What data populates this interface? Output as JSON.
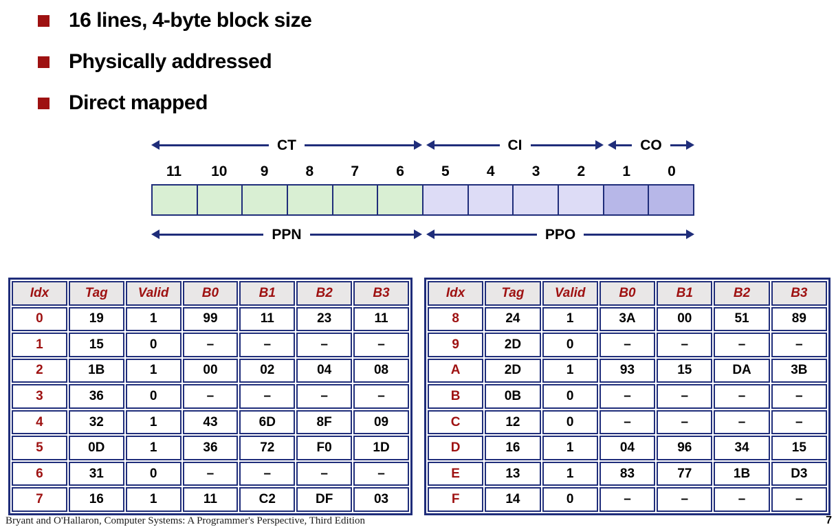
{
  "bullets": [
    "16 lines, 4-byte block size",
    "Physically addressed",
    "Direct mapped"
  ],
  "diagram": {
    "top_spans": [
      {
        "label": "CT",
        "bits": "11-6"
      },
      {
        "label": "CI",
        "bits": "5-2"
      },
      {
        "label": "CO",
        "bits": "1-0"
      }
    ],
    "bit_labels": [
      "11",
      "10",
      "9",
      "8",
      "7",
      "6",
      "5",
      "4",
      "3",
      "2",
      "1",
      "0"
    ],
    "cell_groups": {
      "ct_cells": 6,
      "ci_cells": 4,
      "co_cells": 2
    },
    "bottom_spans": [
      {
        "label": "PPN",
        "bits": "11-6"
      },
      {
        "label": "PPO",
        "bits": "5-0"
      }
    ],
    "colors": {
      "ct_cell": "#d9efd3",
      "ci_cell": "#dddcf6",
      "co_cell": "#b7b7e8",
      "border": "#1f2d7a"
    }
  },
  "tables": {
    "headers": [
      "Idx",
      "Tag",
      "Valid",
      "B0",
      "B1",
      "B2",
      "B3"
    ],
    "left_rows": [
      [
        "0",
        "19",
        "1",
        "99",
        "11",
        "23",
        "11"
      ],
      [
        "1",
        "15",
        "0",
        "–",
        "–",
        "–",
        "–"
      ],
      [
        "2",
        "1B",
        "1",
        "00",
        "02",
        "04",
        "08"
      ],
      [
        "3",
        "36",
        "0",
        "–",
        "–",
        "–",
        "–"
      ],
      [
        "4",
        "32",
        "1",
        "43",
        "6D",
        "8F",
        "09"
      ],
      [
        "5",
        "0D",
        "1",
        "36",
        "72",
        "F0",
        "1D"
      ],
      [
        "6",
        "31",
        "0",
        "–",
        "–",
        "–",
        "–"
      ],
      [
        "7",
        "16",
        "1",
        "11",
        "C2",
        "DF",
        "03"
      ]
    ],
    "right_rows": [
      [
        "8",
        "24",
        "1",
        "3A",
        "00",
        "51",
        "89"
      ],
      [
        "9",
        "2D",
        "0",
        "–",
        "–",
        "–",
        "–"
      ],
      [
        "A",
        "2D",
        "1",
        "93",
        "15",
        "DA",
        "3B"
      ],
      [
        "B",
        "0B",
        "0",
        "–",
        "–",
        "–",
        "–"
      ],
      [
        "C",
        "12",
        "0",
        "–",
        "–",
        "–",
        "–"
      ],
      [
        "D",
        "16",
        "1",
        "04",
        "96",
        "34",
        "15"
      ],
      [
        "E",
        "13",
        "1",
        "83",
        "77",
        "1B",
        "D3"
      ],
      [
        "F",
        "14",
        "0",
        "–",
        "–",
        "–",
        "–"
      ]
    ]
  },
  "footer": {
    "attribution": "Bryant and O'Hallaron, Computer Systems: A Programmer's Perspective, Third Edition",
    "page_number": "7"
  },
  "colors": {
    "bullet_square": "#9e1111",
    "header_text": "#9e1111",
    "idx_text": "#9e1111",
    "table_border": "#1f2d7a",
    "header_bg": "#e9e7e7"
  }
}
